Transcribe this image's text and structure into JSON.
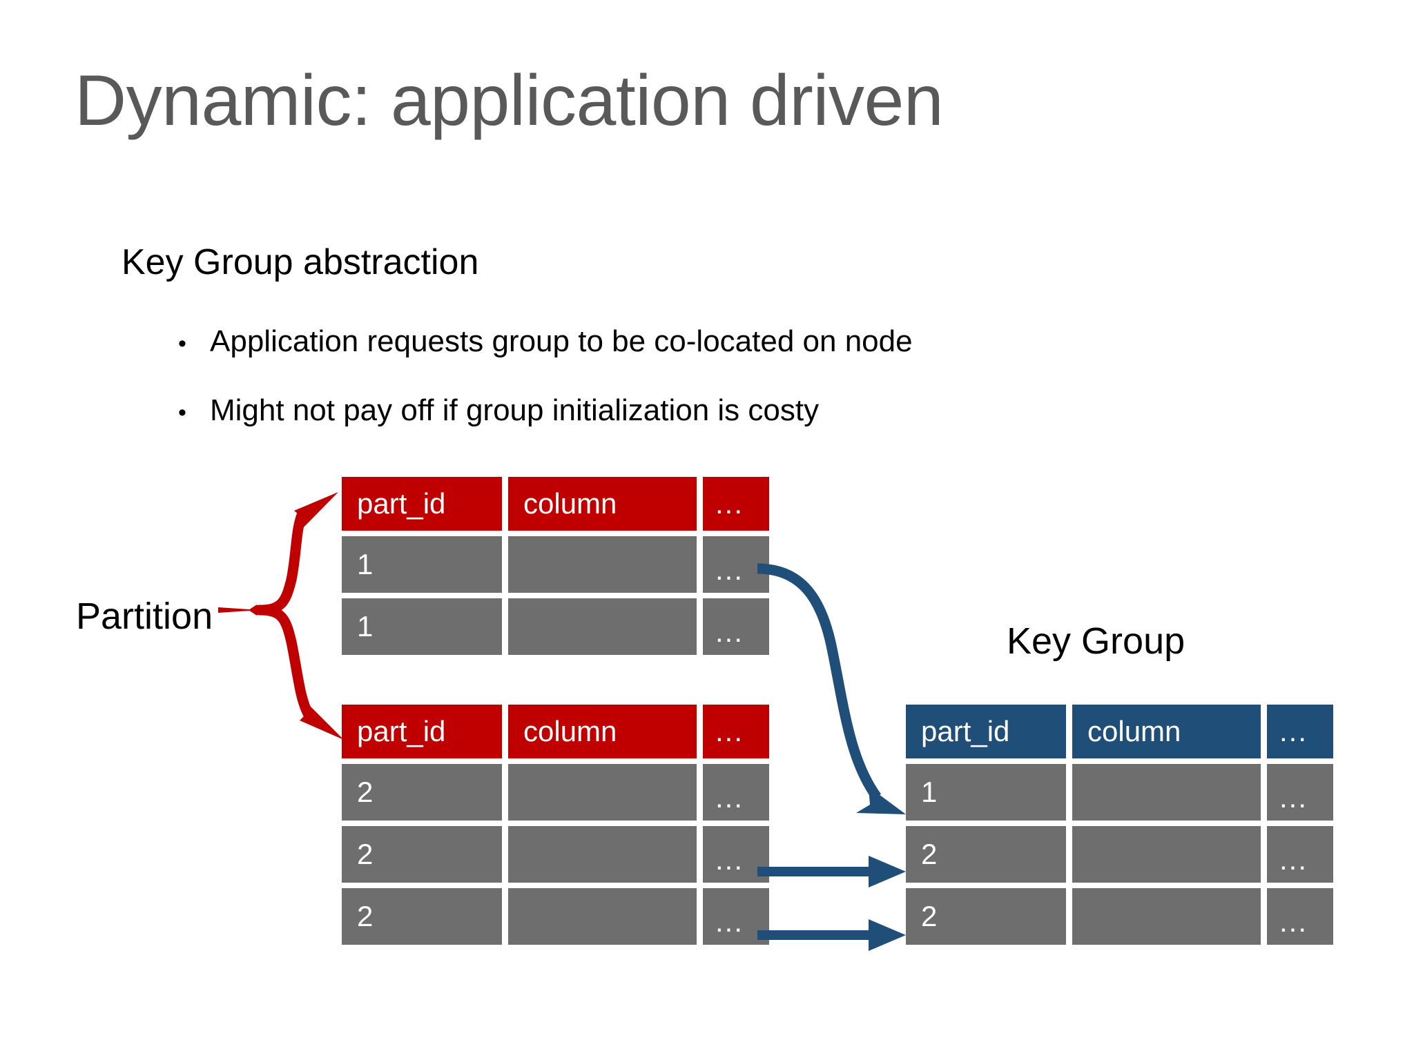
{
  "slide": {
    "title": "Dynamic: application driven",
    "lead_line": "Key Group abstraction",
    "bullet_marker": "•",
    "bullets": [
      "Application requests group to be co-located on node",
      "Might not pay off if group initialization is costy"
    ]
  },
  "colors": {
    "title_gray": "#595959",
    "partition_header_red": "#C00000",
    "keygroup_header_blue": "#1F4E79",
    "row_gray": "#6E6E6E",
    "arrow_red": "#C00000",
    "arrow_blue": "#1F4E79",
    "text_white": "#FFFFFF",
    "text_black": "#000000",
    "background": "#FFFFFF"
  },
  "labels": {
    "partition": "Partition",
    "key_group": "Key Group"
  },
  "columns": {
    "part_id": "part_id",
    "column": "column",
    "ellipsis": "..."
  },
  "partition_table_1": {
    "headers": [
      "part_id",
      "column",
      "..."
    ],
    "rows": [
      {
        "part_id": "1",
        "column": "",
        "ellipsis": "..."
      },
      {
        "part_id": "1",
        "column": "",
        "ellipsis": "..."
      }
    ]
  },
  "partition_table_2": {
    "headers": [
      "part_id",
      "column",
      "..."
    ],
    "rows": [
      {
        "part_id": "2",
        "column": "",
        "ellipsis": "..."
      },
      {
        "part_id": "2",
        "column": "",
        "ellipsis": "..."
      },
      {
        "part_id": "2",
        "column": "",
        "ellipsis": "..."
      }
    ]
  },
  "keygroup_table": {
    "headers": [
      "part_id",
      "column",
      "..."
    ],
    "rows": [
      {
        "part_id": "1",
        "column": "",
        "ellipsis": "..."
      },
      {
        "part_id": "2",
        "column": "",
        "ellipsis": "..."
      },
      {
        "part_id": "2",
        "column": "",
        "ellipsis": "..."
      }
    ]
  },
  "connectors": {
    "partition_brace": "red double-headed brace linking Partition label to both partition tables",
    "curved_arrow": "blue curved arrow from partition table 1 row 1 to key group row 1",
    "straight_arrow_1": "blue arrow from partition table 2 row 2 to key group row 2",
    "straight_arrow_2": "blue arrow from partition table 2 row 3 to key group row 3"
  }
}
